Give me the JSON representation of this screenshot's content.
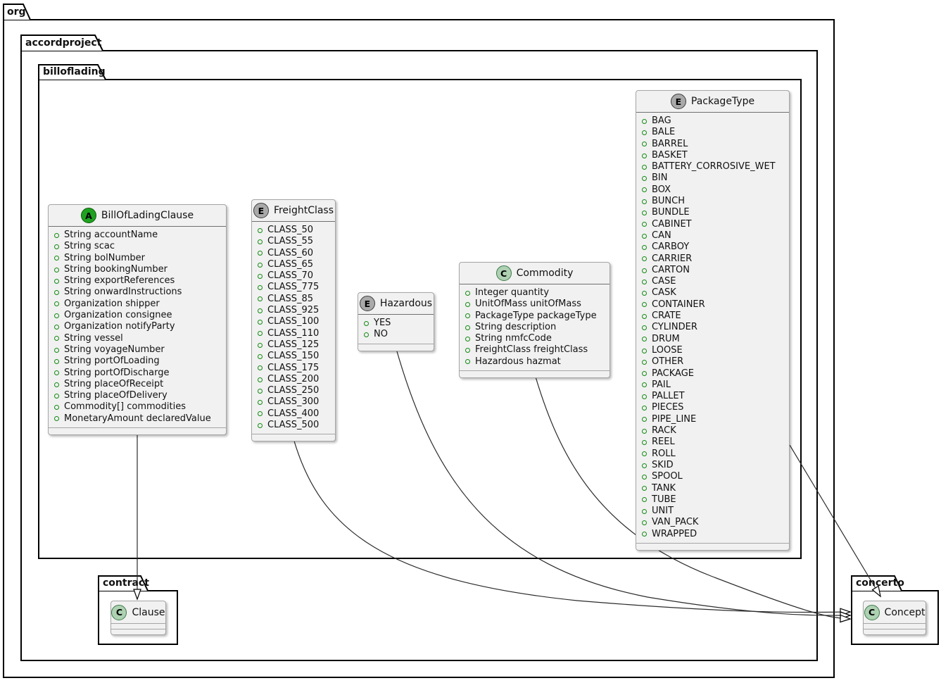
{
  "packages": {
    "org": {
      "label": "org"
    },
    "accordproject": {
      "label": "accordproject"
    },
    "billoflading": {
      "label": "billoflading"
    },
    "contract": {
      "label": "contract"
    },
    "concerto": {
      "label": "concerto"
    }
  },
  "classes": {
    "billofladingclause": {
      "name": "BillOfLadingClause",
      "icon_letter": "A",
      "icon": "abstract-class-icon",
      "members": [
        "String accountName",
        "String scac",
        "String bolNumber",
        "String bookingNumber",
        "String exportReferences",
        "String onwardInstructions",
        "Organization shipper",
        "Organization consignee",
        "Organization notifyParty",
        "String vessel",
        "String voyageNumber",
        "String portOfLoading",
        "String portOfDischarge",
        "String placeOfReceipt",
        "String placeOfDelivery",
        "Commodity[] commodities",
        "MonetaryAmount declaredValue"
      ]
    },
    "freightclass": {
      "name": "FreightClass",
      "icon_letter": "E",
      "icon": "enum-icon",
      "members": [
        "CLASS_50",
        "CLASS_55",
        "CLASS_60",
        "CLASS_65",
        "CLASS_70",
        "CLASS_775",
        "CLASS_85",
        "CLASS_925",
        "CLASS_100",
        "CLASS_110",
        "CLASS_125",
        "CLASS_150",
        "CLASS_175",
        "CLASS_200",
        "CLASS_250",
        "CLASS_300",
        "CLASS_400",
        "CLASS_500"
      ]
    },
    "hazardous": {
      "name": "Hazardous",
      "icon_letter": "E",
      "icon": "enum-icon",
      "members": [
        "YES",
        "NO"
      ]
    },
    "commodity": {
      "name": "Commodity",
      "icon_letter": "C",
      "icon": "class-icon",
      "members": [
        "Integer quantity",
        "UnitOfMass unitOfMass",
        "PackageType packageType",
        "String description",
        "String nmfcCode",
        "FreightClass freightClass",
        "Hazardous hazmat"
      ]
    },
    "packagetype": {
      "name": "PackageType",
      "icon_letter": "E",
      "icon": "enum-icon",
      "members": [
        "BAG",
        "BALE",
        "BARREL",
        "BASKET",
        "BATTERY_CORROSIVE_WET",
        "BIN",
        "BOX",
        "BUNCH",
        "BUNDLE",
        "CABINET",
        "CAN",
        "CARBOY",
        "CARRIER",
        "CARTON",
        "CASE",
        "CASK",
        "CONTAINER",
        "CRATE",
        "CYLINDER",
        "DRUM",
        "LOOSE",
        "OTHER",
        "PACKAGE",
        "PAIL",
        "PALLET",
        "PIECES",
        "PIPE_LINE",
        "RACK",
        "REEL",
        "ROLL",
        "SKID",
        "SPOOL",
        "TANK",
        "TUBE",
        "UNIT",
        "VAN_PACK",
        "WRAPPED"
      ]
    },
    "clause": {
      "name": "Clause",
      "icon_letter": "C",
      "icon": "class-icon",
      "members": []
    },
    "concept": {
      "name": "Concept",
      "icon_letter": "C",
      "icon": "class-icon",
      "members": []
    }
  },
  "relations": [
    {
      "from": "BillOfLadingClause",
      "to": "Clause",
      "type": "generalization"
    },
    {
      "from": "FreightClass",
      "to": "Concept",
      "type": "generalization"
    },
    {
      "from": "Hazardous",
      "to": "Concept",
      "type": "generalization"
    },
    {
      "from": "Commodity",
      "to": "Concept",
      "type": "generalization"
    },
    {
      "from": "PackageType",
      "to": "Concept",
      "type": "generalization"
    }
  ],
  "colors": {
    "abstract-icon-bg": "#1fa21f",
    "enum-icon-bg": "#a9a9a9",
    "class-icon-bg": "#add1b2",
    "bullet-green": "#128a12",
    "box-fill": "#f1f1f1",
    "box-border": "#a6a6a6",
    "line": "#2b2b2b"
  }
}
